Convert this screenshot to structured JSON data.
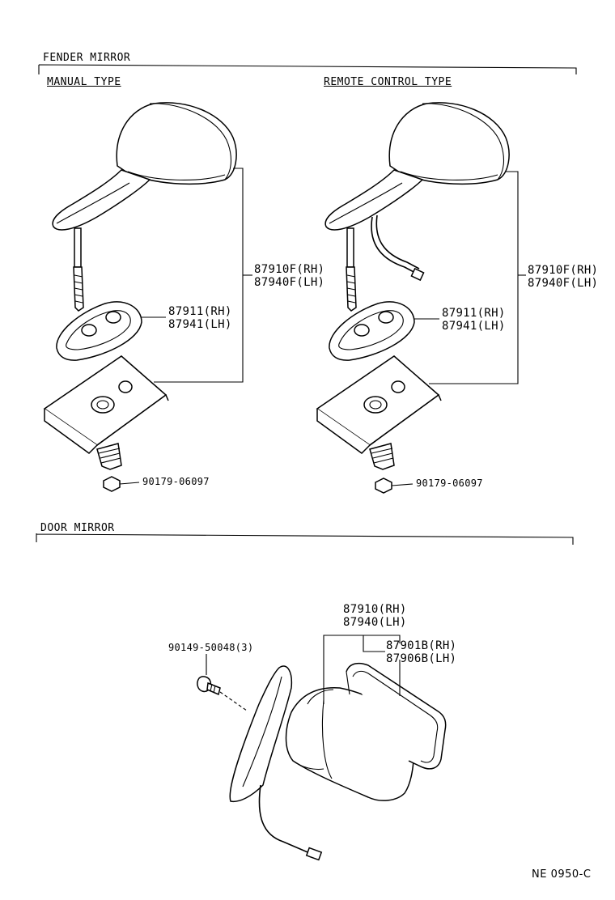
{
  "sections": {
    "fender": {
      "title": "FENDER MIRROR",
      "manual": {
        "title": "MANUAL TYPE",
        "mirror_rh": "87910F(RH)",
        "mirror_lh": "87940F(LH)",
        "cover_rh": "87911(RH)",
        "cover_lh": "87941(LH)",
        "nut": "90179-06097"
      },
      "remote": {
        "title": "REMOTE CONTROL TYPE",
        "mirror_rh": "87910F(RH)",
        "mirror_lh": "87940F(LH)",
        "cover_rh": "87911(RH)",
        "cover_lh": "87941(LH)",
        "nut": "90179-06097"
      }
    },
    "door": {
      "title": "DOOR MIRROR",
      "screw": "90149-50048(3)",
      "mirror_rh": "87910(RH)",
      "mirror_lh": "87940(LH)",
      "glass_rh": "87901B(RH)",
      "glass_lh": "87906B(LH)"
    }
  },
  "footer": {
    "code": "NE 0950-C"
  }
}
